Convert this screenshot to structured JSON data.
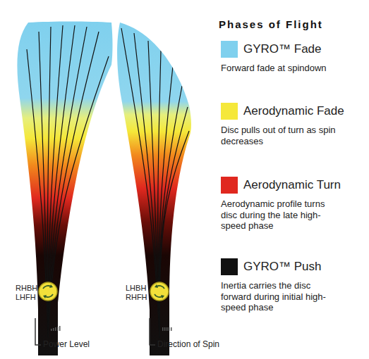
{
  "diagram": {
    "title": "Phases of Flight",
    "labels": [
      "Forward fade at spindown",
      "Disc pulls out of turn as spin decreases",
      "Aerodynamic profile turns disc during the late high-speed phase",
      "Inertia carries the disc forward during initial high-speed phase",
      "RHBH LHFH",
      "LHBH RHFH",
      "Power Level",
      "Direction of Spin"
    ],
    "legend": [
      {
        "text": "GYRO™ Fade",
        "color": "#7fd0ee"
      },
      {
        "text": "Aerodynamic Fade",
        "color": "#f5e83a"
      },
      {
        "text": "Aerodynamic Turn",
        "color": "#e0281f"
      },
      {
        "text": "GYRO™ Push",
        "color": "#111111"
      }
    ]
  }
}
